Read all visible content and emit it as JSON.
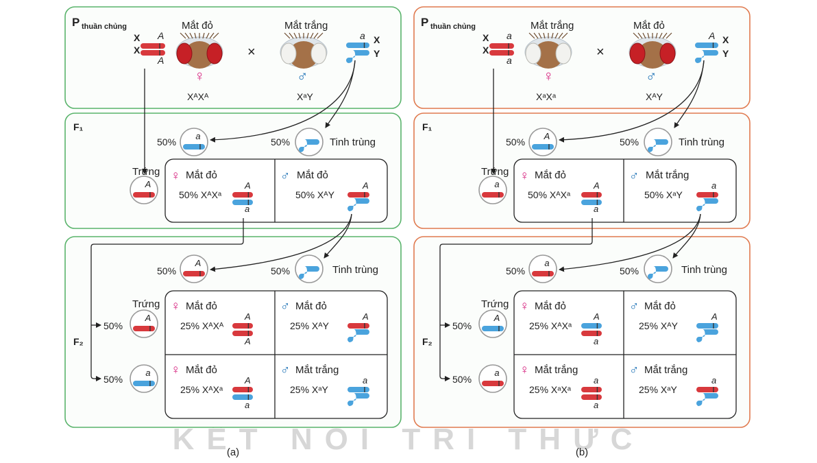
{
  "watermark": "KẾT NỐI TRI THỨC",
  "colors": {
    "green_border": "#59b36b",
    "orange_border": "#e07a4f",
    "red_chrom": "#d8393d",
    "blue_chrom": "#4aa3dd",
    "female_symbol": "#d6217e",
    "male_symbol": "#1f73b7"
  },
  "labels": {
    "p": "P",
    "p_sub": "thuần chủng",
    "f1": "F₁",
    "f2": "F₂",
    "times": "×",
    "egg": "Trứng",
    "sperm": "Tinh trùng",
    "female_sym": "♀",
    "male_sym": "♂",
    "X": "X",
    "Y": "Y",
    "p50": "50%",
    "p25": "25%"
  },
  "panels": [
    {
      "caption": "(a)",
      "p_female": {
        "phenotype": "Mắt đỏ",
        "allele_top": "A",
        "allele_bot": "A",
        "genotype": "XᴬXᴬ"
      },
      "p_male": {
        "phenotype": "Mắt trắng",
        "allele": "a",
        "genotype": "XᵃY"
      },
      "f1_sperm_x_allele": "a",
      "f1_egg_allele": "A",
      "f1_female": {
        "phenotype": "Mắt đỏ",
        "text": "50% XᴬXᵃ",
        "allele_top": "A",
        "allele_bot": "a"
      },
      "f1_male": {
        "phenotype": "Mắt đỏ",
        "text": "50% XᴬY",
        "allele": "A"
      },
      "f2_sperm_x_allele": "A",
      "f2_eggs": [
        "A",
        "a"
      ],
      "f2_cells": [
        {
          "sex": "female",
          "phenotype": "Mắt đỏ",
          "text": "25% XᴬXᴬ",
          "allele_top": "A",
          "allele_bot": "A"
        },
        {
          "sex": "male",
          "phenotype": "Mắt đỏ",
          "text": "25% XᴬY",
          "allele": "A"
        },
        {
          "sex": "female",
          "phenotype": "Mắt đỏ",
          "text": "25% XᴬXᵃ",
          "allele_top": "A",
          "allele_bot": "a"
        },
        {
          "sex": "male",
          "phenotype": "Mắt trắng",
          "text": "25% XᵃY",
          "allele": "a"
        }
      ]
    },
    {
      "caption": "(b)",
      "p_female": {
        "phenotype": "Mắt trắng",
        "allele_top": "a",
        "allele_bot": "a",
        "genotype": "XᵃXᵃ"
      },
      "p_male": {
        "phenotype": "Mắt đỏ",
        "allele": "A",
        "genotype": "XᴬY"
      },
      "f1_sperm_x_allele": "A",
      "f1_egg_allele": "a",
      "f1_female": {
        "phenotype": "Mắt đỏ",
        "text": "50% XᴬXᵃ",
        "allele_top": "A",
        "allele_bot": "a"
      },
      "f1_male": {
        "phenotype": "Mắt trắng",
        "text": "50% XᵃY",
        "allele": "a"
      },
      "f2_sperm_x_allele": "a",
      "f2_eggs": [
        "A",
        "a"
      ],
      "f2_cells": [
        {
          "sex": "female",
          "phenotype": "Mắt đỏ",
          "text": "25% XᴬXᵃ",
          "allele_top": "A",
          "allele_bot": "a"
        },
        {
          "sex": "male",
          "phenotype": "Mắt đỏ",
          "text": "25% XᴬY",
          "allele": "A"
        },
        {
          "sex": "female",
          "phenotype": "Mắt trắng",
          "text": "25% XᵃXᵃ",
          "allele_top": "a",
          "allele_bot": "a"
        },
        {
          "sex": "male",
          "phenotype": "Mắt trắng",
          "text": "25% XᵃY",
          "allele": "a"
        }
      ]
    }
  ]
}
